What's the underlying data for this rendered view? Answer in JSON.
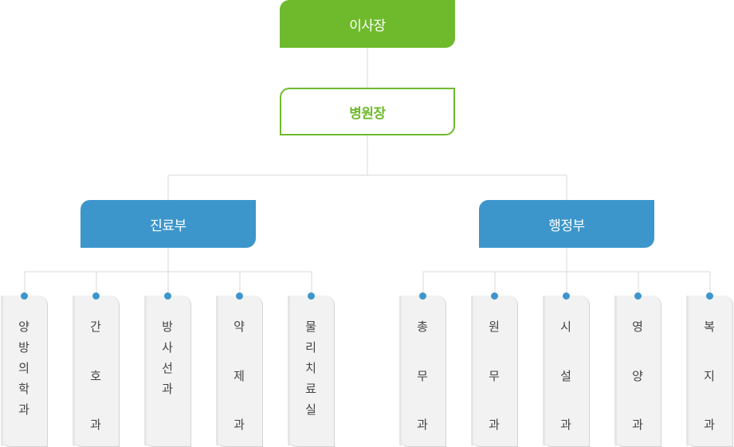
{
  "chairman": "이사장",
  "director": "병원장",
  "departments": {
    "medical": {
      "label": "진료부",
      "units": [
        {
          "chars": [
            "양",
            "방",
            "의",
            "학",
            "과"
          ]
        },
        {
          "chars": [
            "간",
            "호",
            "과"
          ]
        },
        {
          "chars": [
            "방",
            "사",
            "선",
            "과"
          ]
        },
        {
          "chars": [
            "약",
            "제",
            "과"
          ]
        },
        {
          "chars": [
            "물",
            "리",
            "치",
            "료",
            "실"
          ]
        }
      ]
    },
    "administration": {
      "label": "행정부",
      "units": [
        {
          "chars": [
            "총",
            "무",
            "과"
          ]
        },
        {
          "chars": [
            "원",
            "무",
            "과"
          ]
        },
        {
          "chars": [
            "시",
            "설",
            "과"
          ]
        },
        {
          "chars": [
            "영",
            "양",
            "과"
          ]
        },
        {
          "chars": [
            "복",
            "지",
            "과"
          ]
        }
      ]
    }
  },
  "colors": {
    "green": "#6fba2c",
    "blue": "#3d96cb",
    "card": "#f2f2f2",
    "line": "#d9d9d9"
  }
}
